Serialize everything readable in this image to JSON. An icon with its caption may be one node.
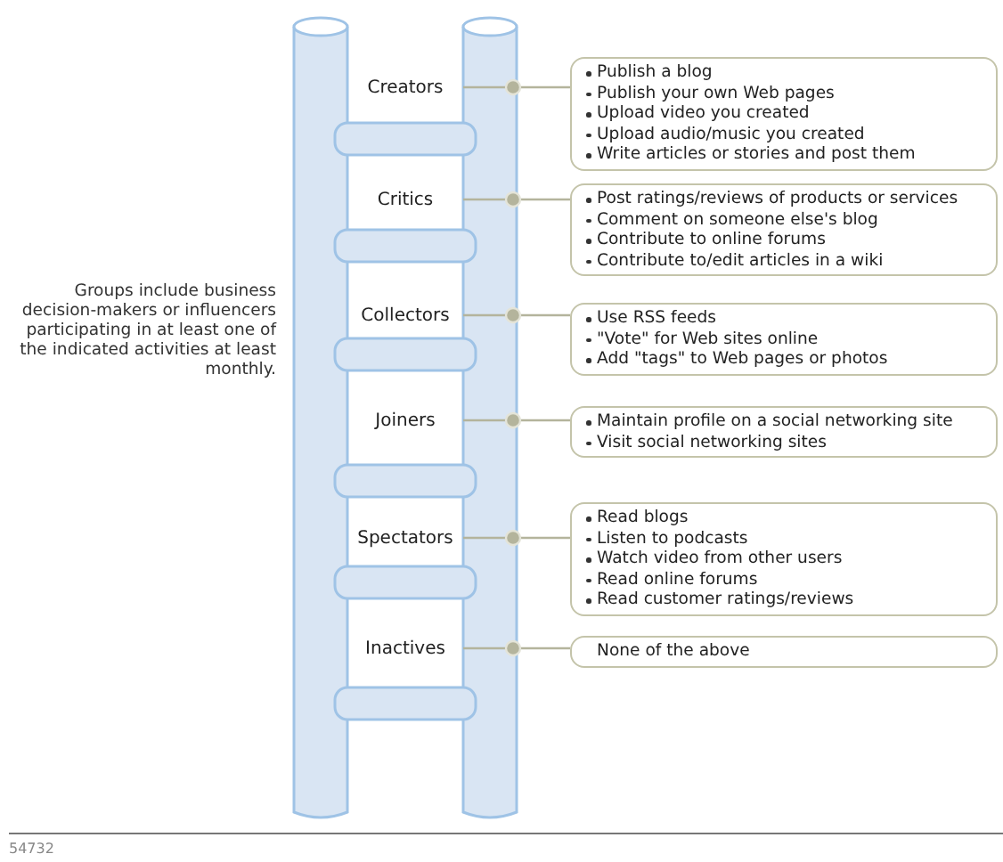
{
  "diagram": {
    "nodes": [
      {
        "text": [
          "Creators"
        ]
      },
      {
        "text": [
          "Critics"
        ]
      },
      {
        "text": [
          "Collectors"
        ]
      },
      {
        "text": [
          "Joiners"
        ]
      },
      {
        "text": [
          "Spectators"
        ]
      },
      {
        "text": [
          "Inactives"
        ]
      },
      {
        "text": [
          "Publish a blog",
          "Publish your own Web pages",
          "Upload video you created",
          "Upload audio/music you created",
          "Write articles or stories and post them"
        ]
      },
      {
        "text": [
          "Post ratings/reviews of products or services",
          "Comment on someone else's blog",
          "Contribute to online forums",
          "Contribute to/edit articles in a wiki"
        ]
      },
      {
        "text": [
          "Use RSS feeds",
          "\"Vote\" for Web sites online",
          "Add \"tags\" to Web pages or photos"
        ]
      },
      {
        "text": [
          "Maintain profile on a social networking site",
          "Visit social networking sites"
        ]
      },
      {
        "text": [
          "Read blogs",
          "Listen to podcasts",
          "Watch video from other users",
          "Read online forums",
          "Read customer ratings/reviews"
        ]
      },
      {
        "text": [
          "None of the above"
        ]
      }
    ],
    "edges": [
      {
        "from": 0,
        "to": 6,
        "arrow": "other"
      },
      {
        "from": 1,
        "to": 7,
        "arrow": "other"
      },
      {
        "from": 2,
        "to": 8,
        "arrow": "other"
      },
      {
        "from": 3,
        "to": 9,
        "arrow": "other"
      },
      {
        "from": 4,
        "to": 10,
        "arrow": "other"
      },
      {
        "from": 5,
        "to": 11,
        "arrow": "other"
      }
    ],
    "labels": [
      "Groups include business decision-makers or influencers participating in at least one of the indicated activities at least monthly.",
      "54732"
    ]
  }
}
